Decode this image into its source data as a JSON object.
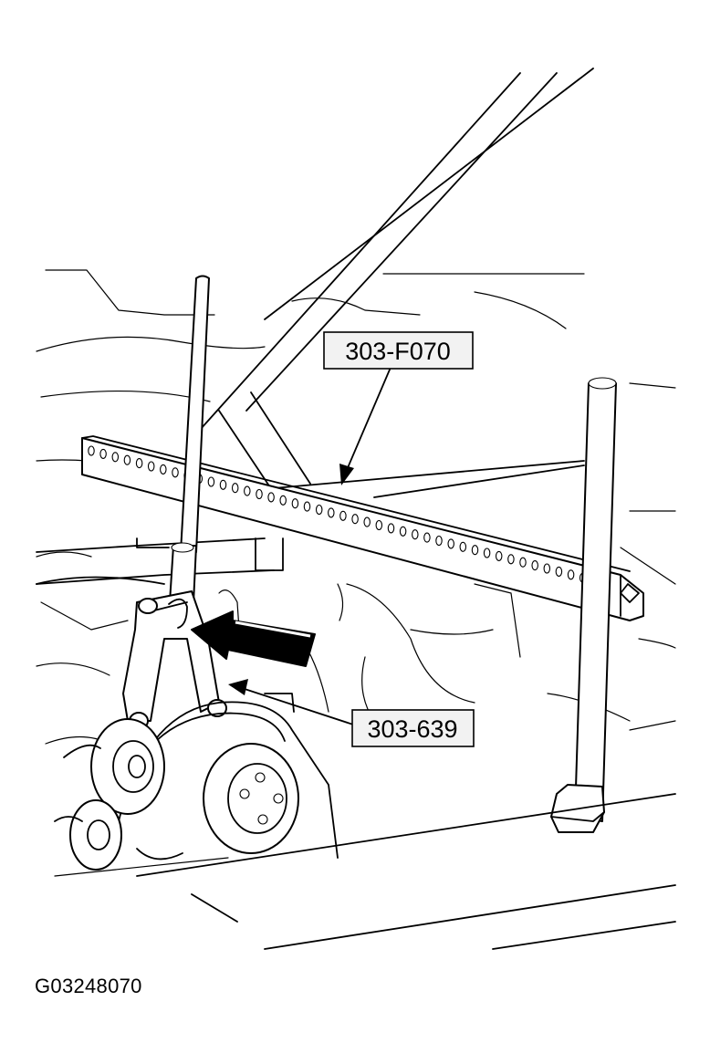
{
  "callouts": {
    "tool_bar_label": "303-F070",
    "tool_puller_label": "303-639"
  },
  "figure_id": "G03248070",
  "icons": {
    "direction_arrow": "large-arrow-icon",
    "leader_arrow": "leader-arrow-icon"
  },
  "colors": {
    "line": "#000000",
    "background": "#ffffff",
    "callout_box": "#f2f2f2"
  }
}
